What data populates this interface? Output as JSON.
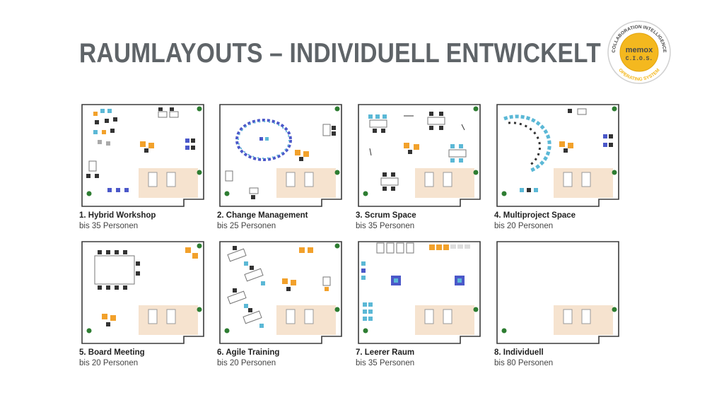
{
  "page": {
    "title": "RAUMLAYOUTS – INDIVIDUELL ENTWICKELT"
  },
  "logo": {
    "ring_top": "COLLABORATION INTELLIGENCE",
    "brand": "memox",
    "sub": "C.I.O.S.",
    "ring_bottom": "OPERATING SYSTEM"
  },
  "colors": {
    "title": "#5f6468",
    "floor_zone": "#f6e3cf",
    "wall": "#3b3b3b",
    "seat_blue": "#5bb8d6",
    "seat_navy": "#4b58c9",
    "seat_dark": "#333333",
    "seat_orange": "#f2a12b",
    "plant": "#2e7d32",
    "logo_gold": "#f4b81f"
  },
  "layouts": [
    {
      "id": "hybrid",
      "label": "1. Hybrid Workshop",
      "capacity": "bis 35 Personen"
    },
    {
      "id": "change",
      "label": "2. Change Management",
      "capacity": "bis 25 Personen"
    },
    {
      "id": "scrum",
      "label": "3. Scrum Space",
      "capacity": "bis 35 Personen"
    },
    {
      "id": "multiproject",
      "label": "4. Multiproject Space",
      "capacity": "bis 20 Personen"
    },
    {
      "id": "board",
      "label": "5. Board Meeting",
      "capacity": "bis 20 Personen"
    },
    {
      "id": "agile",
      "label": "6. Agile Training",
      "capacity": "bis 20 Personen"
    },
    {
      "id": "empty",
      "label": "7. Leerer Raum",
      "capacity": "bis 35 Personen"
    },
    {
      "id": "individual",
      "label": "8. Individuell",
      "capacity": "bis 80 Personen"
    }
  ]
}
